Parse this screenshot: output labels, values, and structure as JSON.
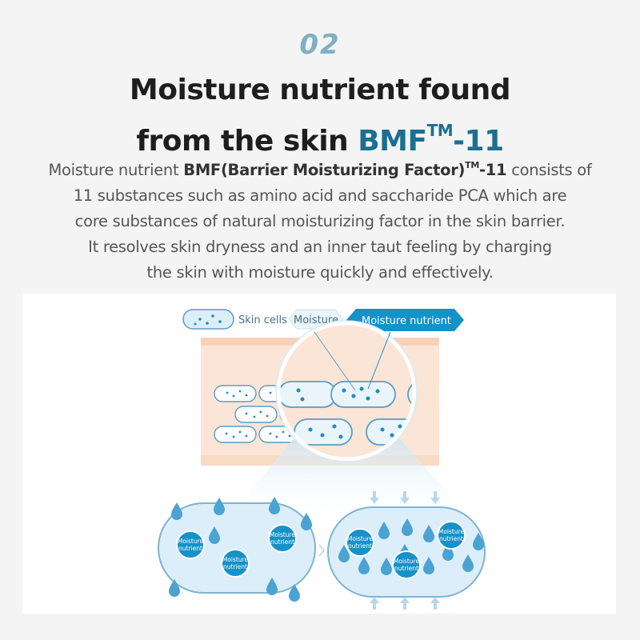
{
  "header": {
    "step_number": "02",
    "title_line1": "Moisture nutrient found",
    "title_line2_prefix": "from the skin ",
    "title_line2_brand": "BMF",
    "title_line2_tm": "TM",
    "title_line2_suffix": "-11"
  },
  "description": {
    "line1_prefix": "Moisture nutrient ",
    "line1_bold": "BMF(Barrier Moisturizing Factor)",
    "line1_tm": "TM",
    "line1_bold_suffix": "-11",
    "line1_suffix": " consists of",
    "line2": "11 substances such as amino acid and saccharide PCA which are",
    "line3": "core substances of natural moisturizing factor in the skin barrier.",
    "line4": "It resolves skin dryness and an inner taut feeling by charging",
    "line5": "the skin with moisture quickly and effectively."
  },
  "legend": {
    "skin_cells": "Skin cells",
    "moisture": "Moisture",
    "moisture_nutrient": "Moisture nutrient"
  },
  "nutrient_label": {
    "line1": "Moisture",
    "line2": "nutrient"
  },
  "colors": {
    "accent": "#1c6f90",
    "step": "#7fb0c4",
    "cell_fill": "#dceefa",
    "cell_stroke": "#5a9ec4",
    "dot": "#1a8fc0",
    "nutrient": "#1592c8",
    "skin_layer": "#fbe5d6"
  }
}
